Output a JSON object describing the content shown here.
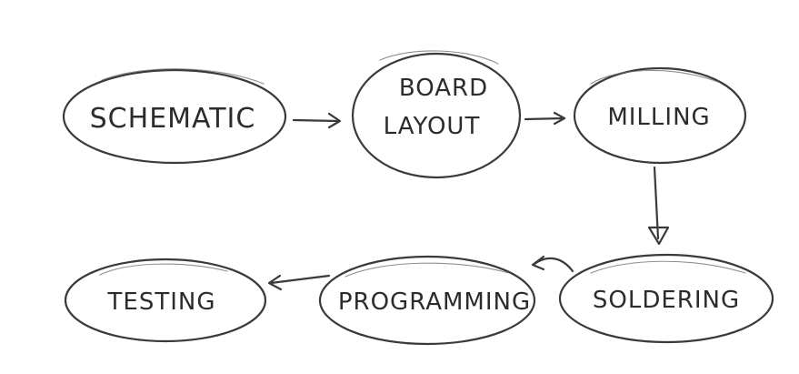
{
  "diagram": {
    "nodes": [
      {
        "id": "schematic",
        "lines": [
          "SCHEMATIC"
        ]
      },
      {
        "id": "board-layout",
        "lines": [
          "BOARD",
          "LAYOUT"
        ]
      },
      {
        "id": "milling",
        "lines": [
          "MILLING"
        ]
      },
      {
        "id": "soldering",
        "lines": [
          "SOLDERING"
        ]
      },
      {
        "id": "programming",
        "lines": [
          "PROGRAMMING"
        ]
      },
      {
        "id": "testing",
        "lines": [
          "TESTING"
        ]
      }
    ],
    "edges": [
      {
        "from": "schematic",
        "to": "board-layout"
      },
      {
        "from": "board-layout",
        "to": "milling"
      },
      {
        "from": "milling",
        "to": "soldering"
      },
      {
        "from": "soldering",
        "to": "programming"
      },
      {
        "from": "programming",
        "to": "testing"
      }
    ],
    "stroke_color": "#3a3a3a",
    "text_color": "#2c2c2c",
    "background": "#ffffff"
  }
}
